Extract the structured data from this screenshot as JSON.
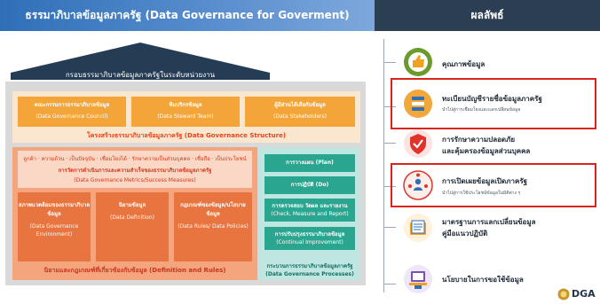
{
  "header": {
    "title": "ธรรมาภิบาลข้อมูลภาครัฐ (Data Governance for Goverment)",
    "results_title": "ผลลัพธ์"
  },
  "framework": {
    "roof_title": "กรอบธรรมาภิบาลข้อมูลภาครัฐในระดับหน่วยงาน",
    "council_cards": [
      {
        "title": "คณะกรรมการธรรมาภิบาลข้อมูล",
        "subtitle": "(Data Governance Council)"
      },
      {
        "title": "ทีมบริกรข้อมูล",
        "subtitle": "(Data Steward Team)"
      },
      {
        "title": "ผู้มีส่วนได้เสียกับข้อมูล",
        "subtitle": "(Data Stakeholders)"
      }
    ],
    "structure_label": "โครงสร้างธรรมาภิบาลข้อมูลภาครัฐ (Data Governance Structure)",
    "metrics_line1": "ลูกค้า · ความถ้วน · เป็นปัจจุบัน · เชื่อมโยงได้ · รักษาความเป็นส่วนบุคคล · เชื่อถือ · เป็นประโยชน์",
    "metrics_line2": "การวัดการดำเนินการและความสำเร็จของธรรมาภิบาลข้อมูลภาครัฐ",
    "metrics_line3": "(Data Governance Metrics/Success Measures)",
    "definition_cards": [
      {
        "title": "สภาพแวดล้อมของธรรมาภิบาลข้อมูล",
        "subtitle": "(Data Governance Environment)"
      },
      {
        "title": "นิยามข้อมูล",
        "subtitle": "(Data Definition)"
      },
      {
        "title": "กฎเกณฑ์ของข้อมูล/นโยบายข้อมูล",
        "subtitle": "(Data Rules/ Data Policies)"
      }
    ],
    "definition_label": "นิยามและกฎเกณฑ์ที่เกี่ยวข้องกับข้อมูล (Definition and Rules)",
    "process_cards": [
      {
        "title": "การวางแผน (Plan)"
      },
      {
        "title": "การปฏิบัติ (Do)"
      },
      {
        "title": "การตรวจสอบ วัดผล และรายงาน",
        "subtitle": "(Check, Measure and Report)"
      },
      {
        "title": "การปรับปรุงธรรมาภิบาลข้อมูล",
        "subtitle": "(Continual Improvement)"
      }
    ],
    "process_label_line1": "กระบวนการธรรมาภิบาลข้อมูลภาครัฐ",
    "process_label_line2": "(Data Governance Processes)"
  },
  "results": [
    {
      "title": "คุณภาพข้อมูล",
      "icon": "quality-thumbs-up-icon"
    },
    {
      "title": "ทะเบียนบัญชีรายชื่อข้อมูลภาครัฐ",
      "subtitle": "นำไปสู่การเชื่อมโยงและแลกเปลี่ยนข้อมูล",
      "icon": "data-catalog-icon",
      "highlight": true
    },
    {
      "title": "การรักษาความปลอดภัย",
      "title2": "และคุ้มครองข้อมูลส่วนบุคคล",
      "icon": "security-shield-icon"
    },
    {
      "title": "การเปิดเผยข้อมูลเปิดภาครัฐ",
      "subtitle": "นำไปสู่การใช้ประโยชน์ข้อมูลในมิติต่าง ๆ",
      "icon": "open-data-icon",
      "highlight": true
    },
    {
      "title": "มาตรฐานการแลกเปลี่ยนข้อมูล",
      "title2": "คู่มือแนวปฏิบัติ",
      "icon": "standards-book-icon"
    },
    {
      "title": "นโยบายในการขอใช้ข้อมูล",
      "icon": "data-policy-icon"
    }
  ],
  "logo": {
    "text": "DGA"
  },
  "colors": {
    "header_blue": "#2f6fb8",
    "header_dark": "#2c3f52",
    "council_orange": "#f3a53a",
    "definition_orange": "#e8753f",
    "process_teal": "#2aa58f",
    "highlight_red": "#d9231c"
  }
}
